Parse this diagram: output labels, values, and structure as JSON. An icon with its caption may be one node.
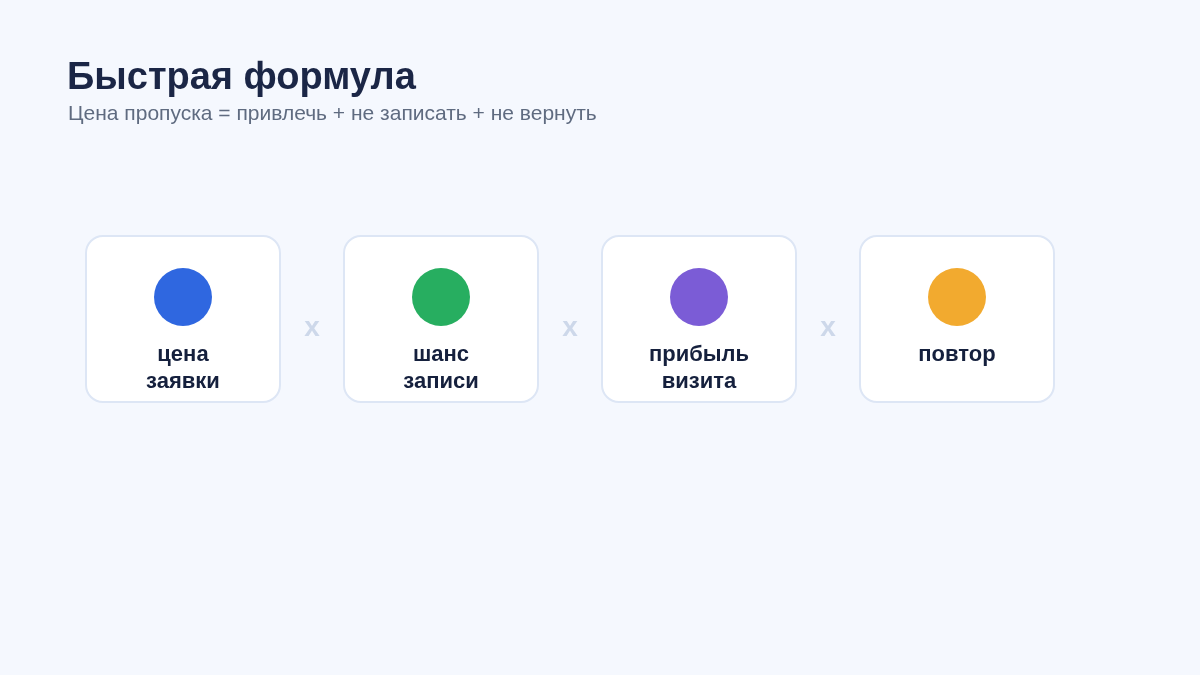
{
  "diagram": {
    "title": "Быстрая формула",
    "nodes": [
      {
        "text": [
          "цена заявки"
        ]
      },
      {
        "text": [
          "шанс записи"
        ]
      },
      {
        "text": [
          "прибыль визита"
        ]
      },
      {
        "text": [
          "повтор"
        ]
      }
    ],
    "labels": [
      "Цена пропуска = привлечь + не записать + не вернуть",
      "x",
      "x",
      "x"
    ]
  }
}
